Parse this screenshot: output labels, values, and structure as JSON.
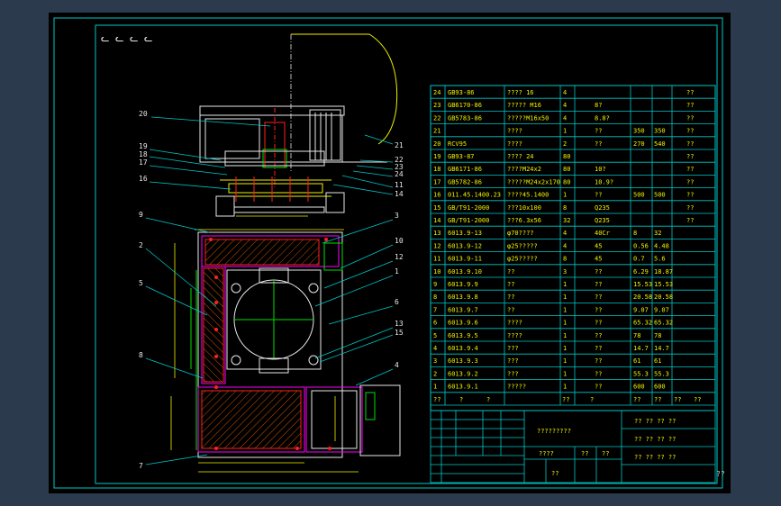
{
  "drawing": {
    "top_left_marks": "ᓚ ᓚ ᓚ ᓚ",
    "corner_mark": "??",
    "title_block": {
      "drawing_title": "?????????",
      "bottom_labels": [
        "????",
        "??",
        "??",
        "??"
      ],
      "right_marks": [
        "?? ?? ?? ??",
        "?? ?? ?? ??",
        "?? ?? ?? ??"
      ]
    },
    "bom_header": [
      "??",
      "?",
      "?",
      "??",
      "?",
      "??",
      "??",
      "??",
      "??"
    ],
    "bom_rows": [
      [
        "24",
        "GB93-86",
        "???? 16",
        "4",
        "",
        "",
        "",
        "??"
      ],
      [
        "23",
        "GB6170-86",
        "????? M16",
        "4",
        "8?",
        "",
        "",
        "??"
      ],
      [
        "22",
        "GB5783-86",
        "?????M16x50",
        "4",
        "8.8?",
        "",
        "",
        "??"
      ],
      [
        "21",
        "",
        "????",
        "1",
        "??",
        "350",
        "350",
        "??"
      ],
      [
        "20",
        "RCV95",
        "????",
        "2",
        "??",
        "270",
        "540",
        "??"
      ],
      [
        "19",
        "GB93-87",
        "???? 24",
        "80",
        "",
        "",
        "",
        "??"
      ],
      [
        "18",
        "GB6171-86",
        "????M24x2",
        "80",
        "10?",
        "",
        "",
        "??"
      ],
      [
        "17",
        "GB5782-86",
        "?????M24x2x170",
        "80",
        "10.9?",
        "",
        "",
        "??"
      ],
      [
        "16",
        "011.45.1400.23",
        "????45.1400",
        "1",
        "??",
        "500",
        "500",
        "??"
      ],
      [
        "15",
        "GB/T91-2000",
        "???10x100",
        "8",
        "Q235",
        "",
        "",
        "??"
      ],
      [
        "14",
        "GB/T91-2000",
        "???6.3x56",
        "32",
        "Q235",
        "",
        "",
        "??"
      ],
      [
        "13",
        "6013.9-13",
        "φ70????",
        "4",
        "40Cr",
        "8",
        "32",
        ""
      ],
      [
        "12",
        "6013.9-12",
        "φ25?????",
        "4",
        "45",
        "0.56",
        "4.48",
        ""
      ],
      [
        "11",
        "6013.9-11",
        "φ25?????",
        "8",
        "45",
        "0.7",
        "5.6",
        ""
      ],
      [
        "10",
        "6013.9.10",
        "??",
        "3",
        "??",
        "6.29",
        "18.87",
        ""
      ],
      [
        "9",
        "6013.9.9",
        "??",
        "1",
        "??",
        "15.53",
        "15.53",
        ""
      ],
      [
        "8",
        "6013.9.8",
        "??",
        "1",
        "??",
        "20.58",
        "20.58",
        ""
      ],
      [
        "7",
        "6013.9.7",
        "??",
        "1",
        "??",
        "9.07",
        "9.07",
        ""
      ],
      [
        "6",
        "6013.9.6",
        "????",
        "1",
        "??",
        "65.32",
        "65.32",
        ""
      ],
      [
        "5",
        "6013.9.5",
        "????",
        "1",
        "??",
        "78",
        "78",
        ""
      ],
      [
        "4",
        "6013.9.4",
        "???",
        "1",
        "??",
        "14.7",
        "14.7",
        ""
      ],
      [
        "3",
        "6013.9.3",
        "???",
        "1",
        "??",
        "61",
        "61",
        ""
      ],
      [
        "2",
        "6013.9.2",
        "???",
        "1",
        "??",
        "55.3",
        "55.3",
        ""
      ],
      [
        "1",
        "6013.9.1",
        "?????",
        "1",
        "??",
        "600",
        "600",
        ""
      ]
    ],
    "callouts_left": [
      "20",
      "19",
      "18",
      "17",
      "16",
      "9",
      "2",
      "5",
      "8",
      "7"
    ],
    "callouts_right": [
      "21",
      "22",
      "23",
      "24",
      "11",
      "14",
      "3",
      "10",
      "12",
      "1",
      "6",
      "13",
      "15",
      "4"
    ],
    "colors": {
      "frame": "#00c8c8",
      "table": "#00c8c8",
      "table_text": "#f0f000",
      "drawing_white": "#e8e8e8",
      "accent_red": "#ff2020",
      "accent_magenta": "#ff00ff",
      "dim_yellow": "#f0f000",
      "green": "#00e000",
      "hatch": "#c85000"
    }
  }
}
